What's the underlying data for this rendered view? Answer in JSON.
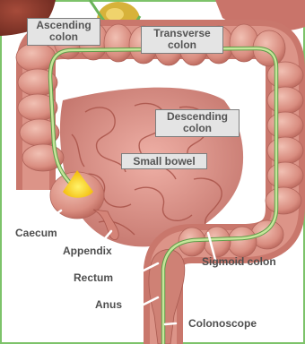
{
  "labels": {
    "ascending_colon": [
      "Ascending",
      "colon"
    ],
    "transverse_colon": [
      "Transverse",
      "colon"
    ],
    "descending_colon": [
      "Descending",
      "colon"
    ],
    "small_bowel": "Small bowel",
    "caecum": "Caecum",
    "appendix": "Appendix",
    "rectum": "Rectum",
    "anus": "Anus",
    "sigmoid_colon": "Sigmoid colon",
    "colonoscope": "Colonoscope"
  },
  "colors": {
    "frame_green": "#7dc36a",
    "colonoscope_line": "#c6e69a",
    "tissue": "#d88a7f",
    "tissue_dark": "#b75f57",
    "tissue_light": "#efb7aa",
    "scope_tip": "#ffd21a"
  }
}
